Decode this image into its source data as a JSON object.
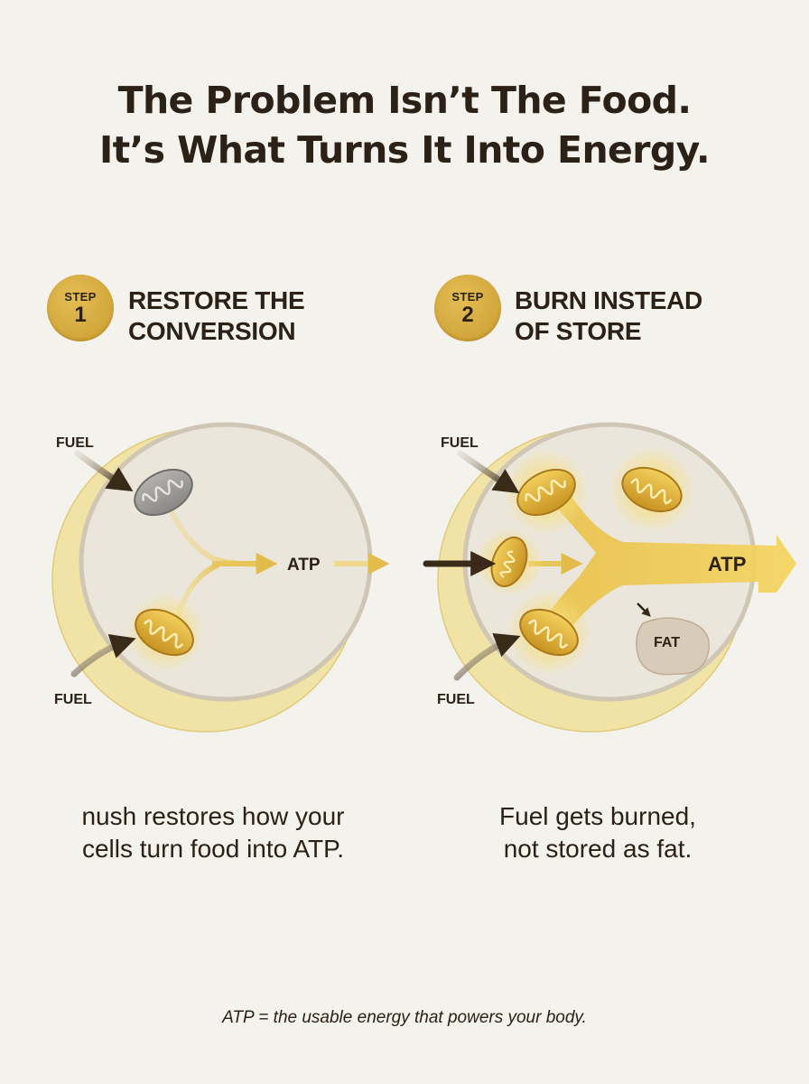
{
  "headline": {
    "line1": "The Problem Isn’t The Food.",
    "line2": "It’s What Turns It Into Energy."
  },
  "steps": [
    {
      "badge_label": "STEP",
      "badge_number": "1",
      "title_line1": "RESTORE THE",
      "title_line2": "CONVERSION",
      "diagram": {
        "fuel_top": "FUEL",
        "fuel_bottom": "FUEL",
        "output": "ATP"
      },
      "caption_line1": "nush restores how your",
      "caption_line2": "cells turn food into ATP."
    },
    {
      "badge_label": "STEP",
      "badge_number": "2",
      "title_line1": "BURN INSTEAD",
      "title_line2": "OF STORE",
      "diagram": {
        "fuel_top": "FUEL",
        "fuel_bottom": "FUEL",
        "output": "ATP",
        "fat_label": "FAT"
      },
      "caption_line1": "Fuel gets burned,",
      "caption_line2": "not stored as fat."
    }
  ],
  "footnote": "ATP = the usable energy that powers your body.",
  "colors": {
    "background": "#f4f2ec",
    "text": "#2b2116",
    "gold": "#d8ae45",
    "gold_light": "#f2dc8a",
    "membrane": "#f1e3a6",
    "cell_fill": "#ebe6dc",
    "inactive_grey": "#9a9894",
    "fat": "#d8cbb8"
  }
}
